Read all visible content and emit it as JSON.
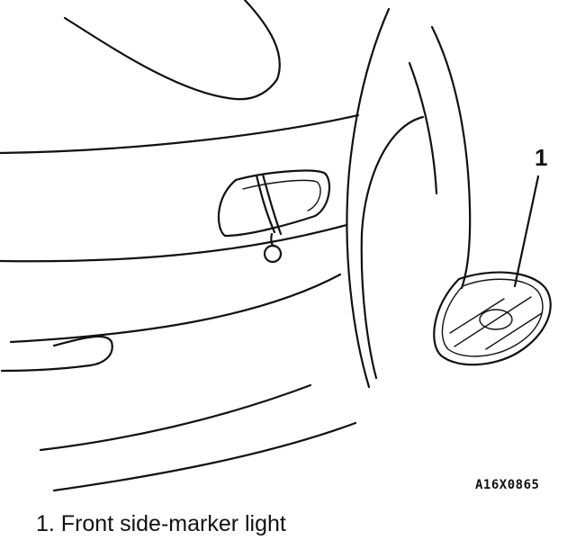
{
  "callout_number": "1",
  "figure_code": "A16X0865",
  "caption": "1. Front side-marker light",
  "icons": [
    "car-front-fender-illustration",
    "side-marker-light-lamp",
    "bulb-socket-with-wire"
  ]
}
